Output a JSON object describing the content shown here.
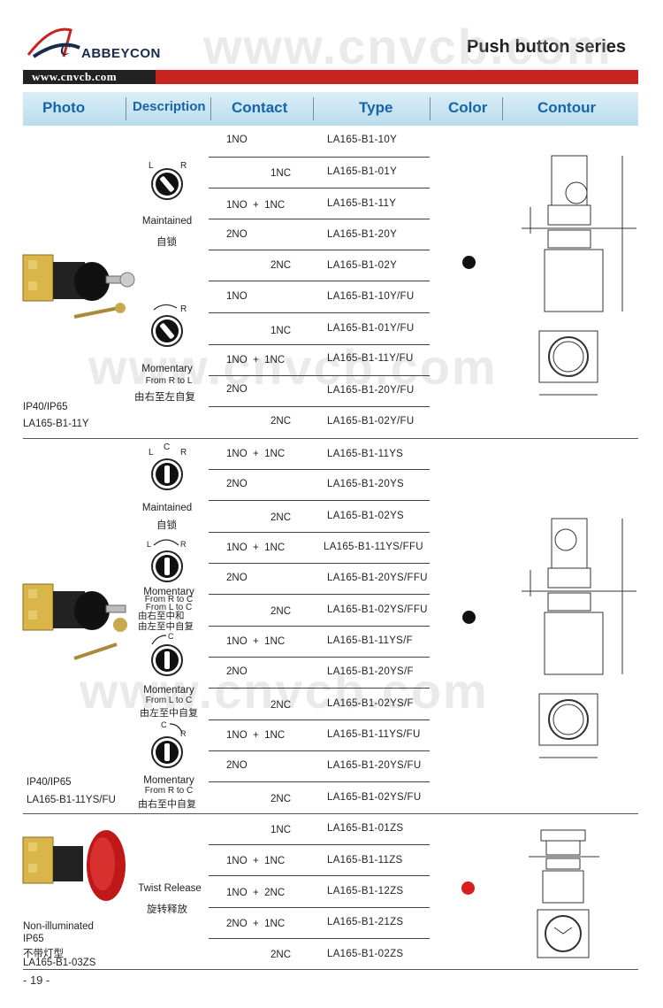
{
  "brand": {
    "name": "ABBEYCON",
    "url": "www.cnvcb.com",
    "watermark": "www.cnvcb.com"
  },
  "page_title": "Push button series",
  "header": {
    "photo": "Photo",
    "description": "Description",
    "contact": "Contact",
    "type": "Type",
    "color": "Color",
    "contour": "Contour"
  },
  "colors": {
    "accent_red": "#c8231f",
    "header_text": "#1565a8",
    "header_bg": "#c6e4f2",
    "dot_black": "#111111",
    "dot_red": "#d71f1f"
  },
  "sections": [
    {
      "photo_label_1": "IP40/IP65",
      "photo_label_2": "LA165-B1-11Y",
      "desc_maintained": "Maintained",
      "desc_maintained_cn": "自锁",
      "desc_momentary": "Momentary",
      "desc_momentary_dir": "From R to L",
      "desc_momentary_cn": "由右至左自复",
      "rows": [
        {
          "contact": "1NO",
          "type": "LA165-B1-10Y"
        },
        {
          "contact": "1NC",
          "type": "LA165-B1-01Y"
        },
        {
          "contact": "1NO  +  1NC",
          "type": "LA165-B1-11Y"
        },
        {
          "contact": "2NO",
          "type": "LA165-B1-20Y"
        },
        {
          "contact": "2NC",
          "type": "LA165-B1-02Y"
        },
        {
          "contact": "1NO",
          "type": "LA165-B1-10Y/FU"
        },
        {
          "contact": "1NC",
          "type": "LA165-B1-01Y/FU"
        },
        {
          "contact": "1NO  +  1NC",
          "type": "LA165-B1-11Y/FU"
        },
        {
          "contact": "2NO",
          "type": "LA165-B1-20Y/FU"
        },
        {
          "contact": "2NC",
          "type": "LA165-B1-02Y/FU"
        }
      ]
    },
    {
      "photo_label_1": "IP40/IP65",
      "photo_label_2": "LA165-B1-11YS/FU",
      "desc_maintained": "Maintained",
      "desc_maintained_cn": "自锁",
      "desc_mom1": "Momentary",
      "desc_mom1_dir1": "From R to C",
      "desc_mom1_dir2": "From L to C",
      "desc_mom1_cn1": "由右至中和",
      "desc_mom1_cn2": "由左至中自复",
      "desc_mom2": "Momentary",
      "desc_mom2_dir": "From L to C",
      "desc_mom2_cn": "由左至中自复",
      "desc_mom3": "Momentary",
      "desc_mom3_dir": "From R to C",
      "desc_mom3_cn": "由右至中自复",
      "rows": [
        {
          "contact": "1NO  +  1NC",
          "type": "LA165-B1-11YS"
        },
        {
          "contact": "2NO",
          "type": "LA165-B1-20YS"
        },
        {
          "contact": "2NC",
          "type": "LA165-B1-02YS"
        },
        {
          "contact": "1NO  +  1NC",
          "type": "LA165-B1-11YS/FFU"
        },
        {
          "contact": "2NO",
          "type": "LA165-B1-20YS/FFU"
        },
        {
          "contact": "2NC",
          "type": "LA165-B1-02YS/FFU"
        },
        {
          "contact": "1NO  +  1NC",
          "type": "LA165-B1-11YS/F"
        },
        {
          "contact": "2NO",
          "type": "LA165-B1-20YS/F"
        },
        {
          "contact": "2NC",
          "type": "LA165-B1-02YS/F"
        },
        {
          "contact": "1NO  +  1NC",
          "type": "LA165-B1-11YS/FU"
        },
        {
          "contact": "2NO",
          "type": "LA165-B1-20YS/FU"
        },
        {
          "contact": "2NC",
          "type": "LA165-B1-02YS/FU"
        }
      ]
    },
    {
      "photo_label_1": "Non-illuminated",
      "photo_label_2": "IP65",
      "photo_label_3": "不带灯型",
      "photo_label_4": "LA165-B1-03ZS",
      "desc": "Twist Release",
      "desc_cn": "旋转释放",
      "rows": [
        {
          "contact": "1NC",
          "type": "LA165-B1-01ZS"
        },
        {
          "contact": "1NO  +  1NC",
          "type": "LA165-B1-11ZS"
        },
        {
          "contact": "1NO  +  2NC",
          "type": "LA165-B1-12ZS"
        },
        {
          "contact": "2NO  +  1NC",
          "type": "LA165-B1-21ZS"
        },
        {
          "contact": "2NC",
          "type": "LA165-B1-02ZS"
        }
      ]
    }
  ],
  "page_number": "- 19 -"
}
